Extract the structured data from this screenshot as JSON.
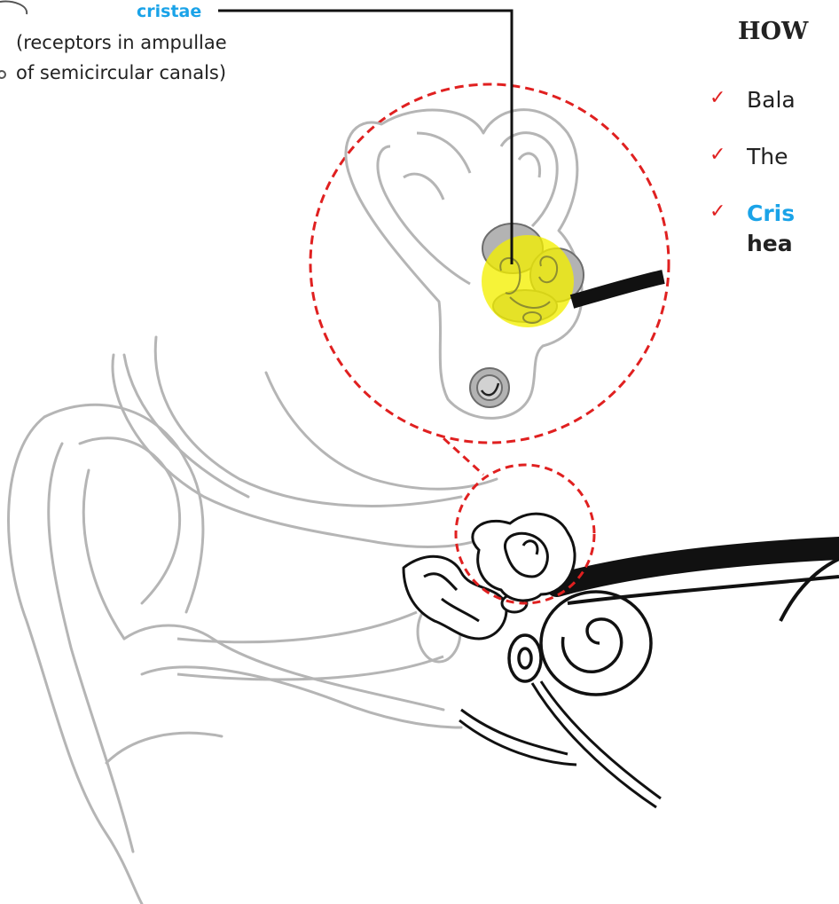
{
  "callout": {
    "label": "cristae",
    "description_line1": "(receptors in ampullae",
    "description_line2": "of semicircular canals)"
  },
  "panel": {
    "heading": "HOW",
    "bullets": [
      {
        "text": "Bala"
      },
      {
        "text": "The"
      },
      {
        "text": "Cris",
        "text_line2": "hea"
      }
    ]
  },
  "colors": {
    "accent_blue": "#1aa3e8",
    "check_red": "#e02020",
    "zoom_dash_red": "#e02020",
    "highlight_yellow": "#f4f000",
    "outline_gray": "#b5b5b5"
  },
  "icons": [
    "checkmark-icon",
    "cristae-icon"
  ]
}
